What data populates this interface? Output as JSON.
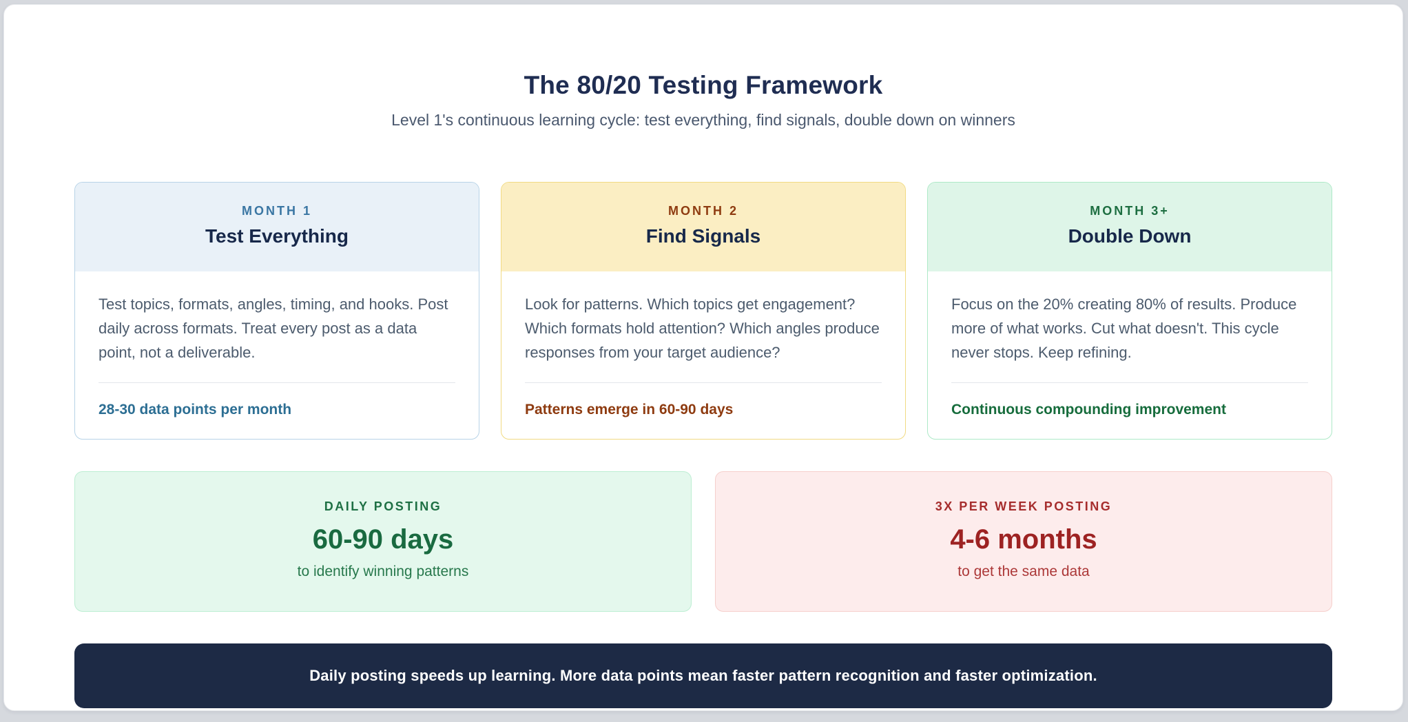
{
  "page": {
    "title": "The 80/20 Testing Framework",
    "subtitle": "Level 1's continuous learning cycle: test everything, find signals, double down on winners"
  },
  "cards": [
    {
      "label": "MONTH 1",
      "title": "Test Everything",
      "body": "Test topics, formats, angles, timing, and hooks. Post daily across formats. Treat every post as a data point, not a deliverable.",
      "footer": "28-30 data points per month",
      "accent_color": "#3a76a3",
      "header_bg": "#e9f1f8",
      "border_color": "#b7d3e7",
      "footer_color": "#2c6e93"
    },
    {
      "label": "MONTH 2",
      "title": "Find Signals",
      "body": "Look for patterns. Which topics get engagement? Which formats hold attention? Which angles produce responses from your target audience?",
      "footer": "Patterns emerge in 60-90 days",
      "accent_color": "#8e3b10",
      "header_bg": "#fbeec3",
      "border_color": "#f1da82",
      "footer_color": "#8e3b10"
    },
    {
      "label": "MONTH 3+",
      "title": "Double Down",
      "body": "Focus on the 20% creating 80% of results. Produce more of what works. Cut what doesn't. This cycle never stops. Keep refining.",
      "footer": "Continuous compounding improvement",
      "accent_color": "#1d6e41",
      "header_bg": "#def5e8",
      "border_color": "#ade9c7",
      "footer_color": "#166c3c"
    }
  ],
  "comparison": [
    {
      "label": "DAILY POSTING",
      "big": "60-90 days",
      "small": "to identify winning patterns",
      "bg": "#e4f8ed",
      "border_color": "#bceed2",
      "text_color": "#196a40"
    },
    {
      "label": "3X PER WEEK POSTING",
      "big": "4-6 months",
      "small": "to get the same data",
      "bg": "#fdecec",
      "border_color": "#f6cfcc",
      "text_color": "#9d2222"
    }
  ],
  "banner": {
    "text": "Daily posting speeds up learning. More data points mean faster pattern recognition and faster optimization.",
    "bg": "#1d2a45",
    "text_color": "#ffffff"
  }
}
